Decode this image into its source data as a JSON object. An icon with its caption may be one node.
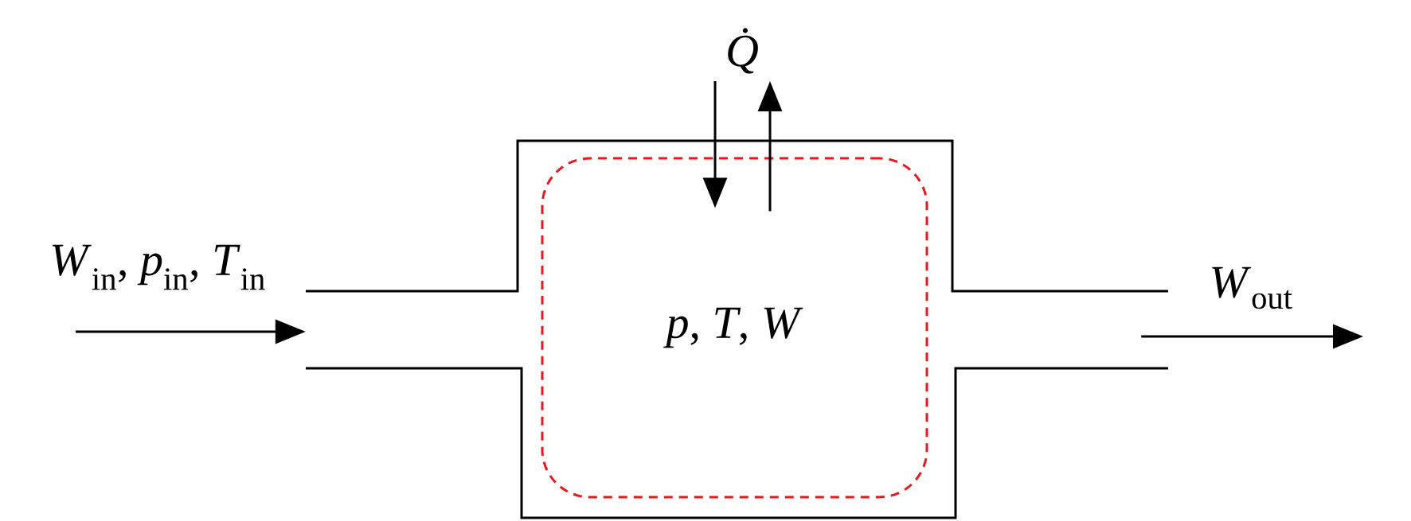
{
  "diagram": {
    "nodes": [
      {
        "text": [],
        "shape": "box"
      },
      {
        "text": [
          "*p*, *T*, *W*"
        ],
        "in": 0
      }
    ],
    "edges": [
      {
        "from": null,
        "to": 0,
        "arrow": "to",
        "label": "*W*$_{in}$, *p*$_{in}$, *T*$_{in}$"
      },
      {
        "from": 0,
        "to": null,
        "arrow": "to",
        "label": "*W*$_{out}$"
      },
      {
        "from": null,
        "to": 1,
        "arrow": "to"
      },
      {
        "from": 1,
        "to": null,
        "arrow": "to"
      }
    ],
    "labels": [
      "Q̇"
    ]
  }
}
